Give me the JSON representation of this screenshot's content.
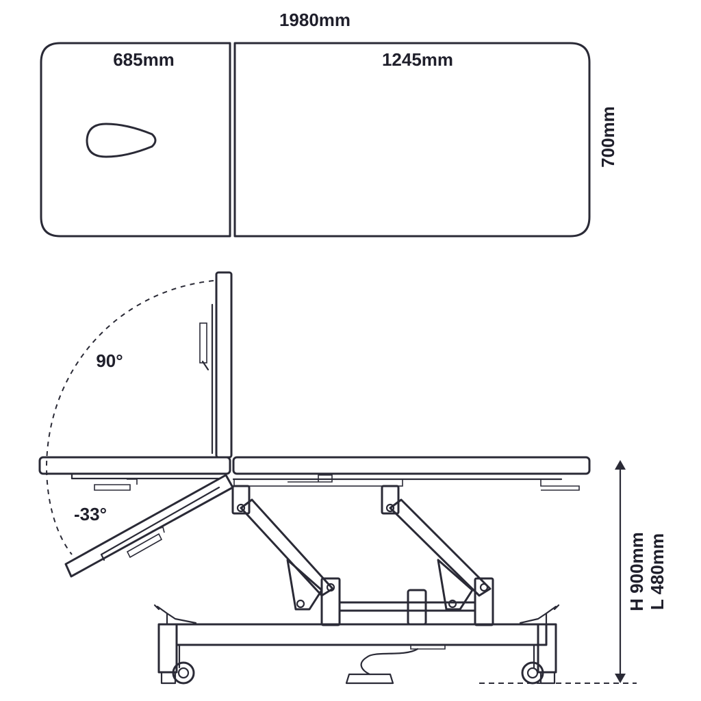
{
  "top_view": {
    "overall_length": "1980mm",
    "head_section": "685mm",
    "body_section": "1245mm",
    "width": "700mm"
  },
  "side_view": {
    "angle_up": "90°",
    "angle_down": "-33°",
    "height_max": "H 900mm",
    "height_min": "L 480mm"
  }
}
